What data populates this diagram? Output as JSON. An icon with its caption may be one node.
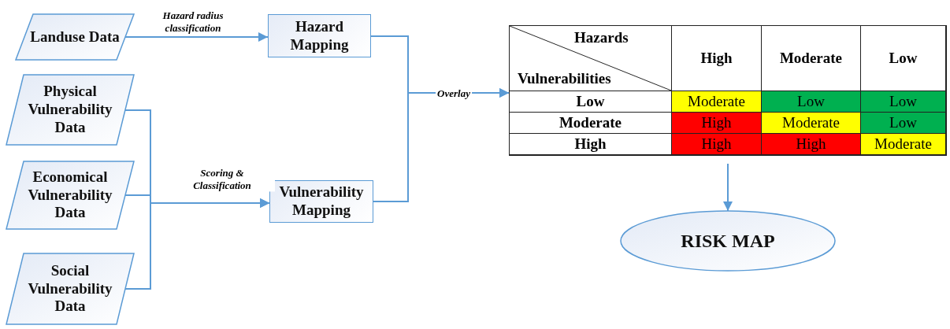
{
  "diagram": {
    "nodes": [
      {
        "text": [
          "Landuse Data"
        ]
      },
      {
        "text": [
          "Physical Vulnerability Data"
        ]
      },
      {
        "text": [
          "Economical Vulnerability Data"
        ]
      },
      {
        "text": [
          "Social Vulnerability Data"
        ]
      },
      {
        "text": [
          "Hazard Mapping"
        ]
      },
      {
        "text": [
          "Vulnerability Mapping"
        ]
      },
      {
        "text": [],
        "shape": "box"
      },
      {
        "text": [
          "RISK MAP"
        ]
      }
    ],
    "edges": [
      {
        "from": 0,
        "to": 4,
        "arrow": "to",
        "label": "Hazard radius classification"
      },
      {
        "from": 1,
        "to": 5,
        "arrow": "to"
      },
      {
        "from": 2,
        "to": 5,
        "arrow": "to",
        "label": "Scoring & Classification"
      },
      {
        "from": 3,
        "to": 5,
        "arrow": "to"
      },
      {
        "from": 4,
        "to": 6,
        "arrow": "to",
        "label": "Overlay"
      },
      {
        "from": 5,
        "to": 6,
        "arrow": "to"
      },
      {
        "from": 6,
        "to": 7,
        "arrow": "to"
      }
    ],
    "labels": [
      "Hazards",
      "Vulnerabilities",
      "High",
      "Moderate",
      "Low",
      "Low",
      "Moderate",
      "Low",
      "Low",
      "Moderate",
      "High",
      "Moderate",
      "Low",
      "High",
      "High",
      "High",
      "Moderate"
    ]
  }
}
